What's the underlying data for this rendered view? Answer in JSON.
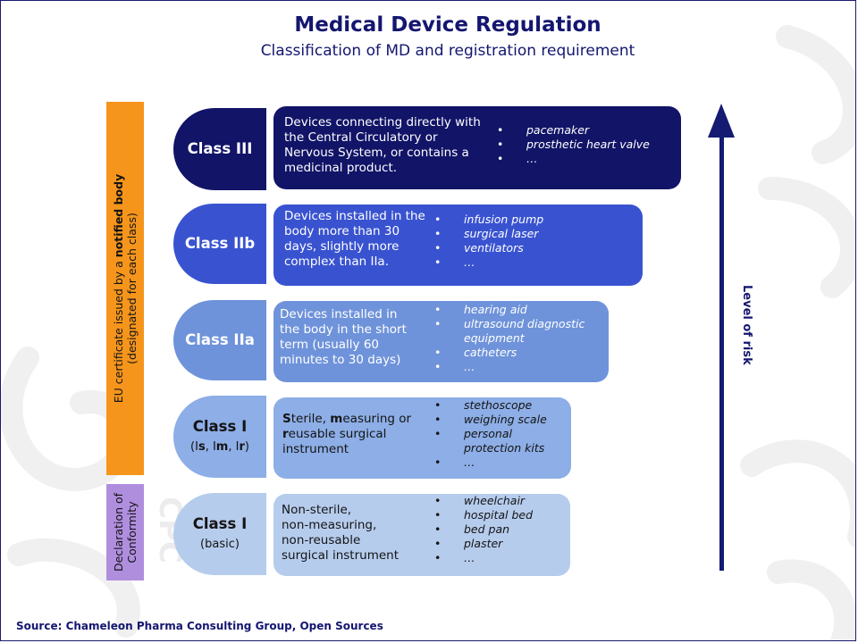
{
  "header": {
    "title": "Medical Device Regulation",
    "subtitle": "Classification of MD and registration requirement"
  },
  "sidebar": {
    "eu_line1_pre": "EU certificate issued by a ",
    "eu_line1_bold": "notified body",
    "eu_line2": "(designated for each class)",
    "doc_line1": "Declaration of",
    "doc_line2": "Conformity"
  },
  "classes": [
    {
      "name": "Class III",
      "desc_lines": [
        "Devices connecting directly with",
        "the Central Circulatory or",
        "Nervous System, or contains a",
        "medicinal product."
      ],
      "examples": [
        "pacemaker",
        "prosthetic heart valve",
        "…"
      ],
      "color": "#111467",
      "text_color": "#ffffff"
    },
    {
      "name": "Class IIb",
      "desc_lines": [
        "Devices installed in the",
        "body more than 30",
        "days, slightly more",
        "complex than IIa."
      ],
      "examples": [
        "infusion pump",
        "surgical laser",
        "ventilators",
        "…"
      ],
      "color": "#3953d0",
      "text_color": "#ffffff"
    },
    {
      "name": "Class IIa",
      "desc_lines": [
        "Devices installed in",
        "the body in the short",
        "term (usually 60",
        "minutes to 30 days)"
      ],
      "examples": [
        "hearing aid",
        "ultrasound diagnostic equipment",
        "catheters",
        "…"
      ],
      "color": "#6f93da",
      "text_color": "#ffffff"
    },
    {
      "name": "Class I",
      "sub": {
        "p0": "(I",
        "b1": "s",
        "p1": ", I",
        "b2": "m",
        "p2": ", I",
        "b3": "r",
        "p3": ")"
      },
      "desc": {
        "b1": "S",
        "t1": "terile, ",
        "b2": "m",
        "t2": "easuring or",
        "b3": "r",
        "t3": "eusable surgical",
        "t4": "instrument"
      },
      "examples": [
        "stethoscope",
        "weighing scale",
        "personal protection kits",
        "…"
      ],
      "color": "#8daee6",
      "text_color": "#141414"
    },
    {
      "name": "Class I",
      "sub_text": "(basic)",
      "desc_lines": [
        "Non-sterile,",
        "non-measuring,",
        "non-reusable",
        "surgical instrument"
      ],
      "examples": [
        "wheelchair",
        "hospital bed",
        "bed pan",
        "plaster",
        "…"
      ],
      "color": "#b6cced",
      "text_color": "#141414"
    }
  ],
  "risk_label": "Level of risk",
  "source": "Source: Chameleon Pharma Consulting Group, Open Sources",
  "colors": {
    "dark_navy": "#141670",
    "orange": "#f5951c",
    "purple": "#b08ede",
    "watermark": "#eeeeee"
  },
  "watermark_text": "CPC"
}
